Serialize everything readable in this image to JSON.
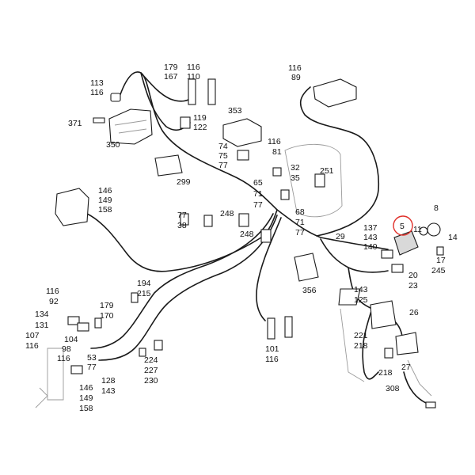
{
  "colors": {
    "highlight": "#e0302a",
    "ink": "#1a1a1a",
    "background": "#ffffff"
  },
  "highlighted_part": "5",
  "labels": [
    {
      "id": "l179",
      "text": "179"
    },
    {
      "id": "l116a",
      "text": "116"
    },
    {
      "id": "l167",
      "text": "167"
    },
    {
      "id": "l110",
      "text": "110"
    },
    {
      "id": "l113",
      "text": "113"
    },
    {
      "id": "l116b",
      "text": "116"
    },
    {
      "id": "l371",
      "text": "371"
    },
    {
      "id": "l350",
      "text": "350"
    },
    {
      "id": "l353",
      "text": "353"
    },
    {
      "id": "l119",
      "text": "119"
    },
    {
      "id": "l122",
      "text": "122"
    },
    {
      "id": "l74",
      "text": "74"
    },
    {
      "id": "l75",
      "text": "75"
    },
    {
      "id": "l77a",
      "text": "77"
    },
    {
      "id": "l116c",
      "text": "116"
    },
    {
      "id": "l81",
      "text": "81"
    },
    {
      "id": "l299",
      "text": "299"
    },
    {
      "id": "l32",
      "text": "32"
    },
    {
      "id": "l35",
      "text": "35"
    },
    {
      "id": "l251",
      "text": "251"
    },
    {
      "id": "l65",
      "text": "65"
    },
    {
      "id": "l71a",
      "text": "71"
    },
    {
      "id": "l77b",
      "text": "77"
    },
    {
      "id": "l146a",
      "text": "146"
    },
    {
      "id": "l149a",
      "text": "149"
    },
    {
      "id": "l158a",
      "text": "158"
    },
    {
      "id": "l116d",
      "text": "116"
    },
    {
      "id": "l89",
      "text": "89"
    },
    {
      "id": "l8",
      "text": "8"
    },
    {
      "id": "l5",
      "text": "5"
    },
    {
      "id": "l11",
      "text": "11"
    },
    {
      "id": "l137",
      "text": "137"
    },
    {
      "id": "l143a",
      "text": "143"
    },
    {
      "id": "l140",
      "text": "140"
    },
    {
      "id": "l29",
      "text": "29"
    },
    {
      "id": "l14",
      "text": "14"
    },
    {
      "id": "l17",
      "text": "17"
    },
    {
      "id": "l245",
      "text": "245"
    },
    {
      "id": "l20",
      "text": "20"
    },
    {
      "id": "l23",
      "text": "23"
    },
    {
      "id": "l77c",
      "text": "77"
    },
    {
      "id": "l38",
      "text": "38"
    },
    {
      "id": "l248a",
      "text": "248"
    },
    {
      "id": "l248b",
      "text": "248"
    },
    {
      "id": "l68",
      "text": "68"
    },
    {
      "id": "l71b",
      "text": "71"
    },
    {
      "id": "l77d",
      "text": "77"
    },
    {
      "id": "l356",
      "text": "356"
    },
    {
      "id": "l116e",
      "text": "116"
    },
    {
      "id": "l92",
      "text": "92"
    },
    {
      "id": "l194",
      "text": "194"
    },
    {
      "id": "l215",
      "text": "215"
    },
    {
      "id": "l134",
      "text": "134"
    },
    {
      "id": "l179b",
      "text": "179"
    },
    {
      "id": "l170",
      "text": "170"
    },
    {
      "id": "l131",
      "text": "131"
    },
    {
      "id": "l107",
      "text": "107"
    },
    {
      "id": "l116f",
      "text": "116"
    },
    {
      "id": "l104",
      "text": "104"
    },
    {
      "id": "l98",
      "text": "98"
    },
    {
      "id": "l116g",
      "text": "116"
    },
    {
      "id": "l53",
      "text": "53"
    },
    {
      "id": "l77e",
      "text": "77"
    },
    {
      "id": "l128",
      "text": "128"
    },
    {
      "id": "l143b",
      "text": "143"
    },
    {
      "id": "l146b",
      "text": "146"
    },
    {
      "id": "l149b",
      "text": "149"
    },
    {
      "id": "l158b",
      "text": "158"
    },
    {
      "id": "l224",
      "text": "224"
    },
    {
      "id": "l227",
      "text": "227"
    },
    {
      "id": "l230",
      "text": "230"
    },
    {
      "id": "l101",
      "text": "101"
    },
    {
      "id": "l116h",
      "text": "116"
    },
    {
      "id": "l143c",
      "text": "143"
    },
    {
      "id": "l125",
      "text": "125"
    },
    {
      "id": "l26",
      "text": "26"
    },
    {
      "id": "l221",
      "text": "221"
    },
    {
      "id": "l218a",
      "text": "218"
    },
    {
      "id": "l218b",
      "text": "218"
    },
    {
      "id": "l27",
      "text": "27"
    },
    {
      "id": "l308",
      "text": "308"
    }
  ]
}
